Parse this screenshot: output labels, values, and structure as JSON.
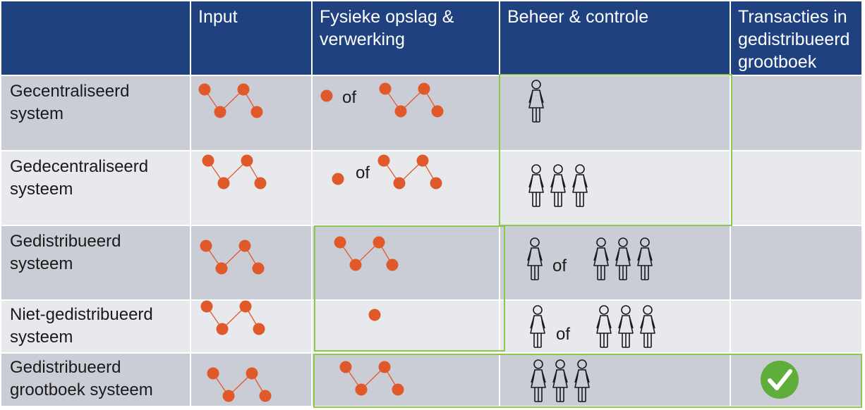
{
  "headers": [
    "",
    "Input",
    "Fysieke opslag & verwerking",
    "Beheer & controle",
    "Transacties in gedistribueerd grootboek"
  ],
  "rows": [
    {
      "label": "Gecentraliseerd system"
    },
    {
      "label": "Gedecentraliseerd systeem"
    },
    {
      "label": "Gedistribueerd systeem"
    },
    {
      "label": "Niet-gedistribueerd systeem"
    },
    {
      "label": "Gedistribueerd grootboek systeem"
    }
  ],
  "connector_word": "of",
  "colors": {
    "header": "#1f4180",
    "node": "#e0592a",
    "highlight": "#8cc84b",
    "check": "#5fad3a"
  },
  "icons": [
    "person-icon",
    "network-icon",
    "node-icon",
    "checkmark-icon"
  ]
}
